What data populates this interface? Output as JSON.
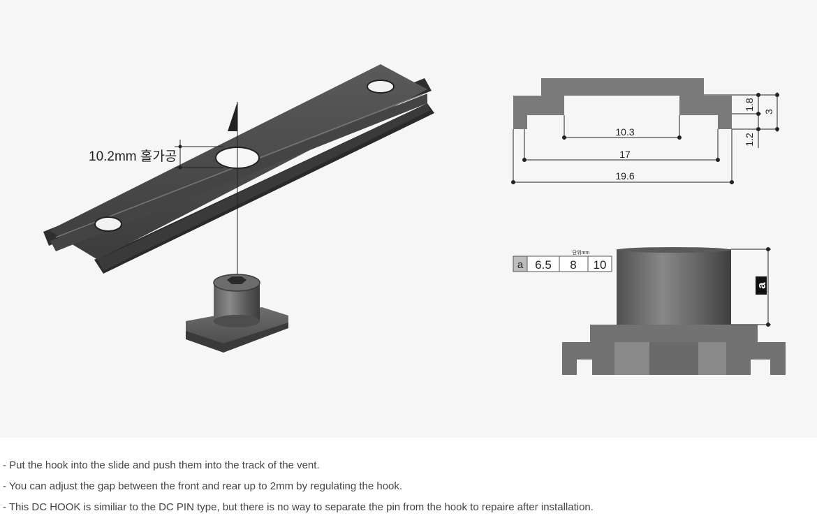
{
  "hole_callout": "10.2mm 홀가공",
  "section_dims": {
    "inner": "10.3",
    "middle": "17",
    "outer": "19.6",
    "top": "1.8",
    "bottom": "1.2",
    "total": "3"
  },
  "size_table": {
    "unit": "단위mm",
    "key": "a",
    "values": [
      "6.5",
      "8",
      "10"
    ]
  },
  "height_label": "a",
  "notes": [
    "- Put the hook into the slide and push them into the track of the vent.",
    "- You can adjust the gap between the front and rear up to 2mm by regulating the hook.",
    "- This DC HOOK is similiar to the DC PIN type, but there is no way to separate the pin from the hook to repaire after installation."
  ]
}
